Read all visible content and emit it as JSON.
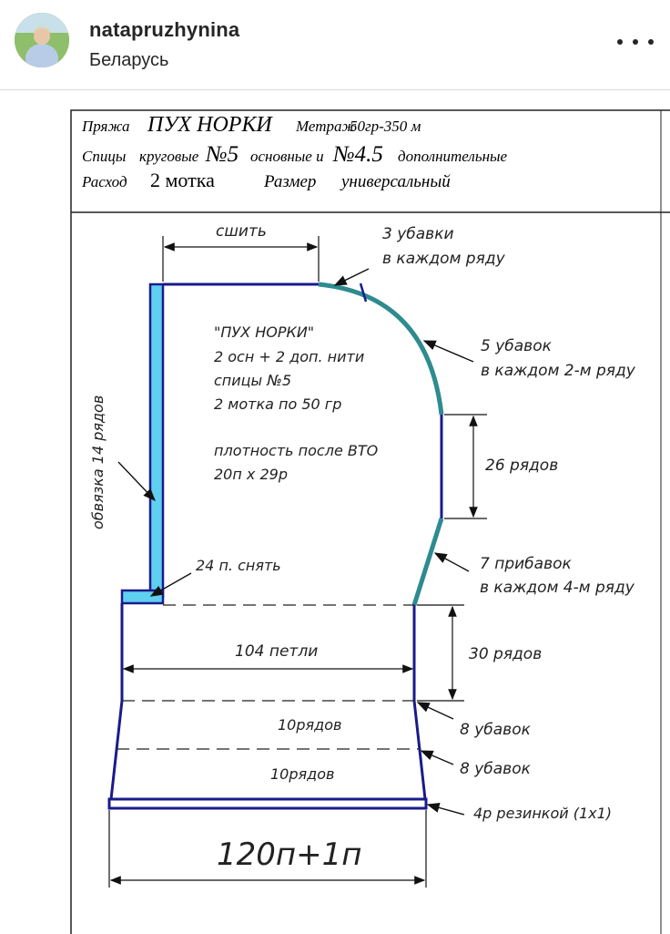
{
  "post": {
    "username": "natapruzhynina",
    "location": "Беларусь",
    "more_icon": "more-horizontal-icon"
  },
  "header_box": {
    "row1": {
      "label1": "Пряжа",
      "value1": "ПУХ НОРКИ",
      "label2": "Метраж",
      "value2": "50гр-350 м"
    },
    "row2": {
      "label1": "Спицы",
      "label2": "круговые",
      "value1": "№5",
      "label3": "основные и",
      "value2": "№4.5",
      "label4": "дополнительные"
    },
    "row3": {
      "label1": "Расход",
      "value1": "2 мотка",
      "label2": "Размер",
      "value2": "универсальный"
    }
  },
  "pattern": {
    "sew_label": "сшить",
    "dec3_line1": "3 убавки",
    "dec3_line2": "в каждом ряду",
    "info_line1": "\"ПУХ НОРКИ\"",
    "info_line2": "2 осн + 2 доп. нити",
    "info_line3": "спицы №5",
    "info_line4": "2 мотка по 50 гр",
    "density_line1": "плотность после ВТО",
    "density_line2": "20п х 29р",
    "dec5_line1": "5 убавок",
    "dec5_line2": "в каждом 2-м ряду",
    "rows26": "26 рядов",
    "edge_label": "обвязка 14 рядов",
    "cast_off": "24 п. снять",
    "inc7_line1": "7 прибавок",
    "inc7_line2": "в каждом 4-м ряду",
    "stitches104": "104 петли",
    "rows30": "30 рядов",
    "rows10a": "10рядов",
    "dec8a": "8 убавок",
    "rows10b": "10рядов",
    "dec8b": "8 убавок",
    "rib": "4р резинкой (1х1)",
    "cast_on": "120п+1п"
  },
  "colors": {
    "outline": "#1a1a8c",
    "teal": "#2e8b8f",
    "cyan_fill": "#5fd0f0"
  }
}
